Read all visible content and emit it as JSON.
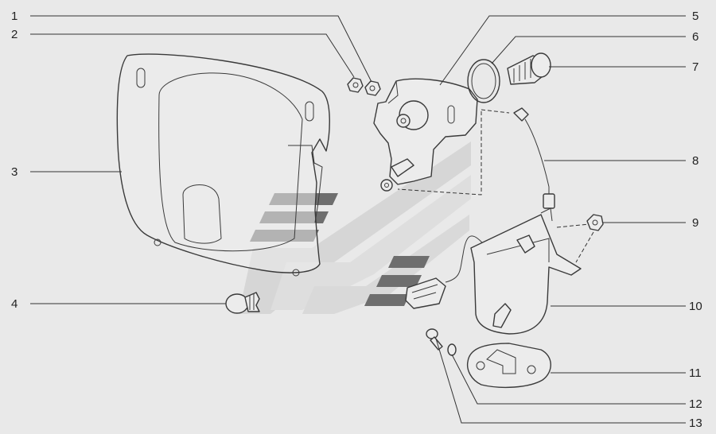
{
  "diagram": {
    "callouts": [
      {
        "id": "1",
        "label": "1"
      },
      {
        "id": "2",
        "label": "2"
      },
      {
        "id": "3",
        "label": "3"
      },
      {
        "id": "4",
        "label": "4"
      },
      {
        "id": "5",
        "label": "5"
      },
      {
        "id": "6",
        "label": "6"
      },
      {
        "id": "7",
        "label": "7"
      },
      {
        "id": "8",
        "label": "8"
      },
      {
        "id": "9",
        "label": "9"
      },
      {
        "id": "10",
        "label": "10"
      },
      {
        "id": "11",
        "label": "11"
      },
      {
        "id": "12",
        "label": "12"
      },
      {
        "id": "13",
        "label": "13"
      }
    ],
    "colors": {
      "background": "#e9e9e9",
      "line": "#3a3a3a",
      "watermark_dark": "#6e6e6e",
      "watermark_light": "#d3d3d3"
    }
  }
}
